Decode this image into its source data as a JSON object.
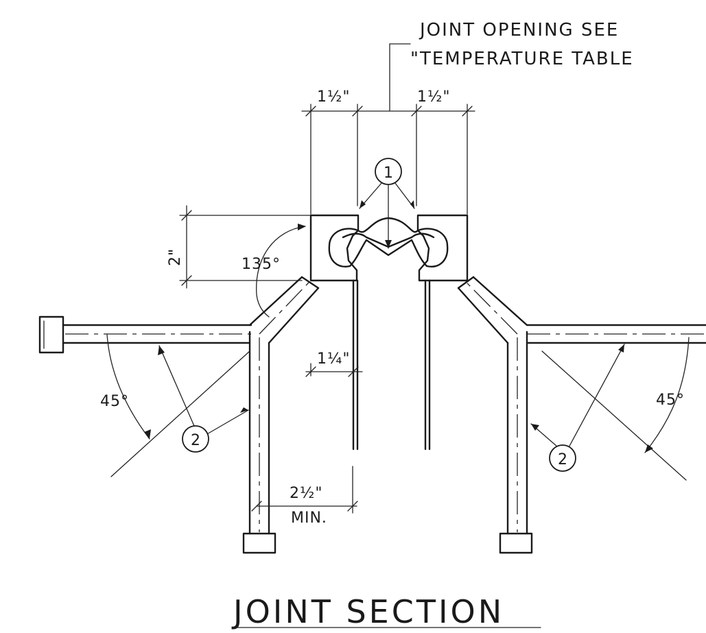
{
  "note": {
    "line1": "JOINT OPENING SEE",
    "line2": "\"TEMPERATURE TABLE"
  },
  "dimensions": {
    "top_left_width": "1½\"",
    "top_right_width": "1½\"",
    "height": "2\"",
    "angle_top": "135°",
    "web_offset": "1¼\"",
    "bottom_offset": "2½\"",
    "bottom_offset_note": "MIN.",
    "angle_left": "45°",
    "angle_right": "45°"
  },
  "callouts": {
    "seal": "1",
    "anchor_left": "2",
    "anchor_right": "2"
  },
  "title": "JOINT SECTION"
}
